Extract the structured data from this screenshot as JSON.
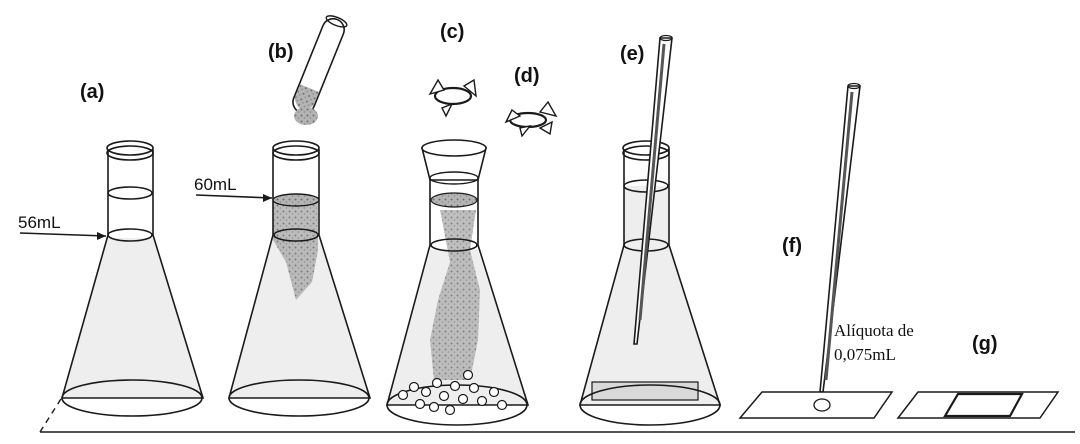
{
  "labels": {
    "a": "(a)",
    "b": "(b)",
    "c": "(c)",
    "d": "(d)",
    "e": "(e)",
    "f": "(f)",
    "g": "(g)"
  },
  "volumes": {
    "a": "56mL",
    "b": "60mL"
  },
  "aliquot": {
    "line1": "Alíquota de",
    "line2": "0,075mL"
  },
  "icons": [
    "erlenmeyer-flask-icon",
    "test-tube-icon",
    "shaker-rotation-icon",
    "pipette-icon",
    "glass-slide-icon"
  ],
  "colors": {
    "ink": "#1a1a1a",
    "liquid": "#eeeeee",
    "sediment": "#8a8a8a",
    "background": "#ffffff"
  }
}
